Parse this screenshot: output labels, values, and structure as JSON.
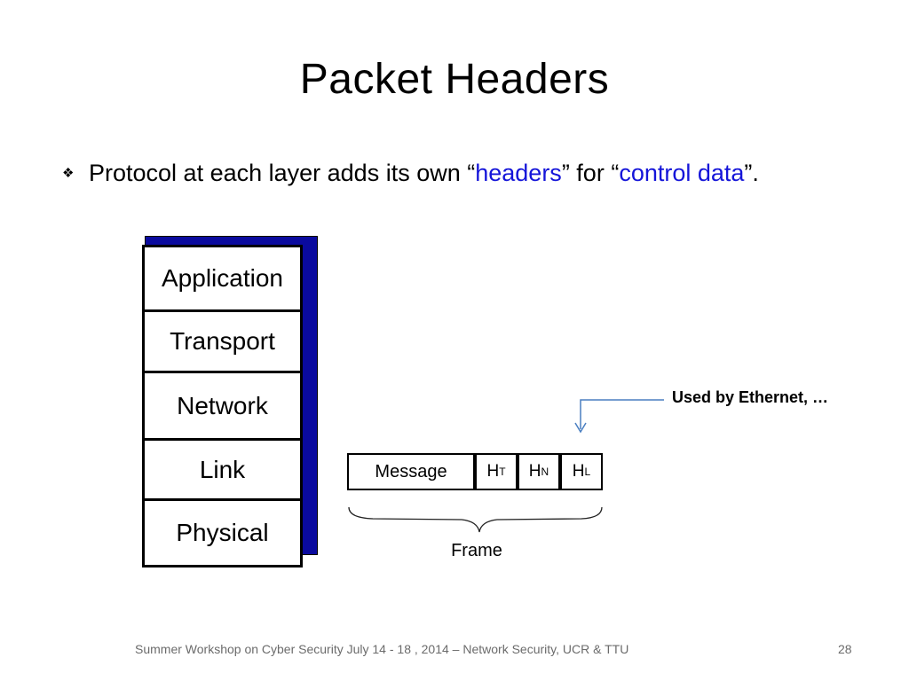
{
  "slide": {
    "title": "Packet Headers",
    "bullet": {
      "prefix": "Protocol at each layer adds its own ",
      "open_quote_1": "“",
      "term_1": "headers",
      "middle": "” for “",
      "term_2": "control data",
      "suffix": "”."
    },
    "layers": [
      "Application",
      "Transport",
      "Network",
      "Link",
      "Physical"
    ],
    "frame": {
      "message": "Message",
      "headers": [
        {
          "base": "H",
          "sub": "T"
        },
        {
          "base": "H",
          "sub": "N"
        },
        {
          "base": "H",
          "sub": "L"
        }
      ],
      "label": "Frame"
    },
    "callout": "Used by Ethernet, …",
    "footer": "Summer Workshop on Cyber Security July 14 - 18 , 2014 – Network Security, UCR & TTU",
    "page_number": "28"
  },
  "colors": {
    "highlight": "#1515d9",
    "stack_shadow": "#0a0a9e",
    "arrow": "#4a7fc1",
    "footer": "#6b6b6b"
  },
  "icons": {
    "bullet": "diamond-bullet-icon"
  }
}
